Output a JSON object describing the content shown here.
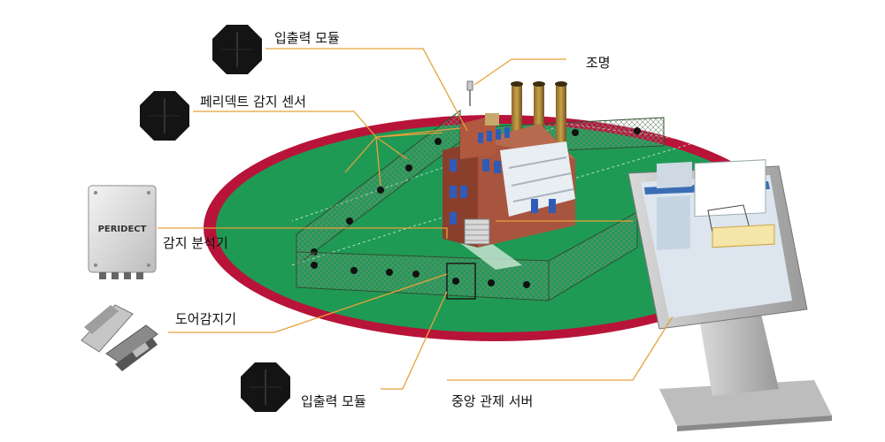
{
  "labels": {
    "io_module_top": "입출력 모듈",
    "lighting": "조명",
    "sensor": "페리덱트 감지 센서",
    "analyzer": "감지 분석기",
    "door_sensor": "도어감지기",
    "io_module_bottom": "입출력 모듈",
    "server": "중앙 관제 서버"
  },
  "device": {
    "brand": "PERIDECT"
  },
  "colors": {
    "ground": "#1f9a55",
    "ring": "#b8143a",
    "leader": "#e8a13a",
    "brick": "#a8553f"
  }
}
